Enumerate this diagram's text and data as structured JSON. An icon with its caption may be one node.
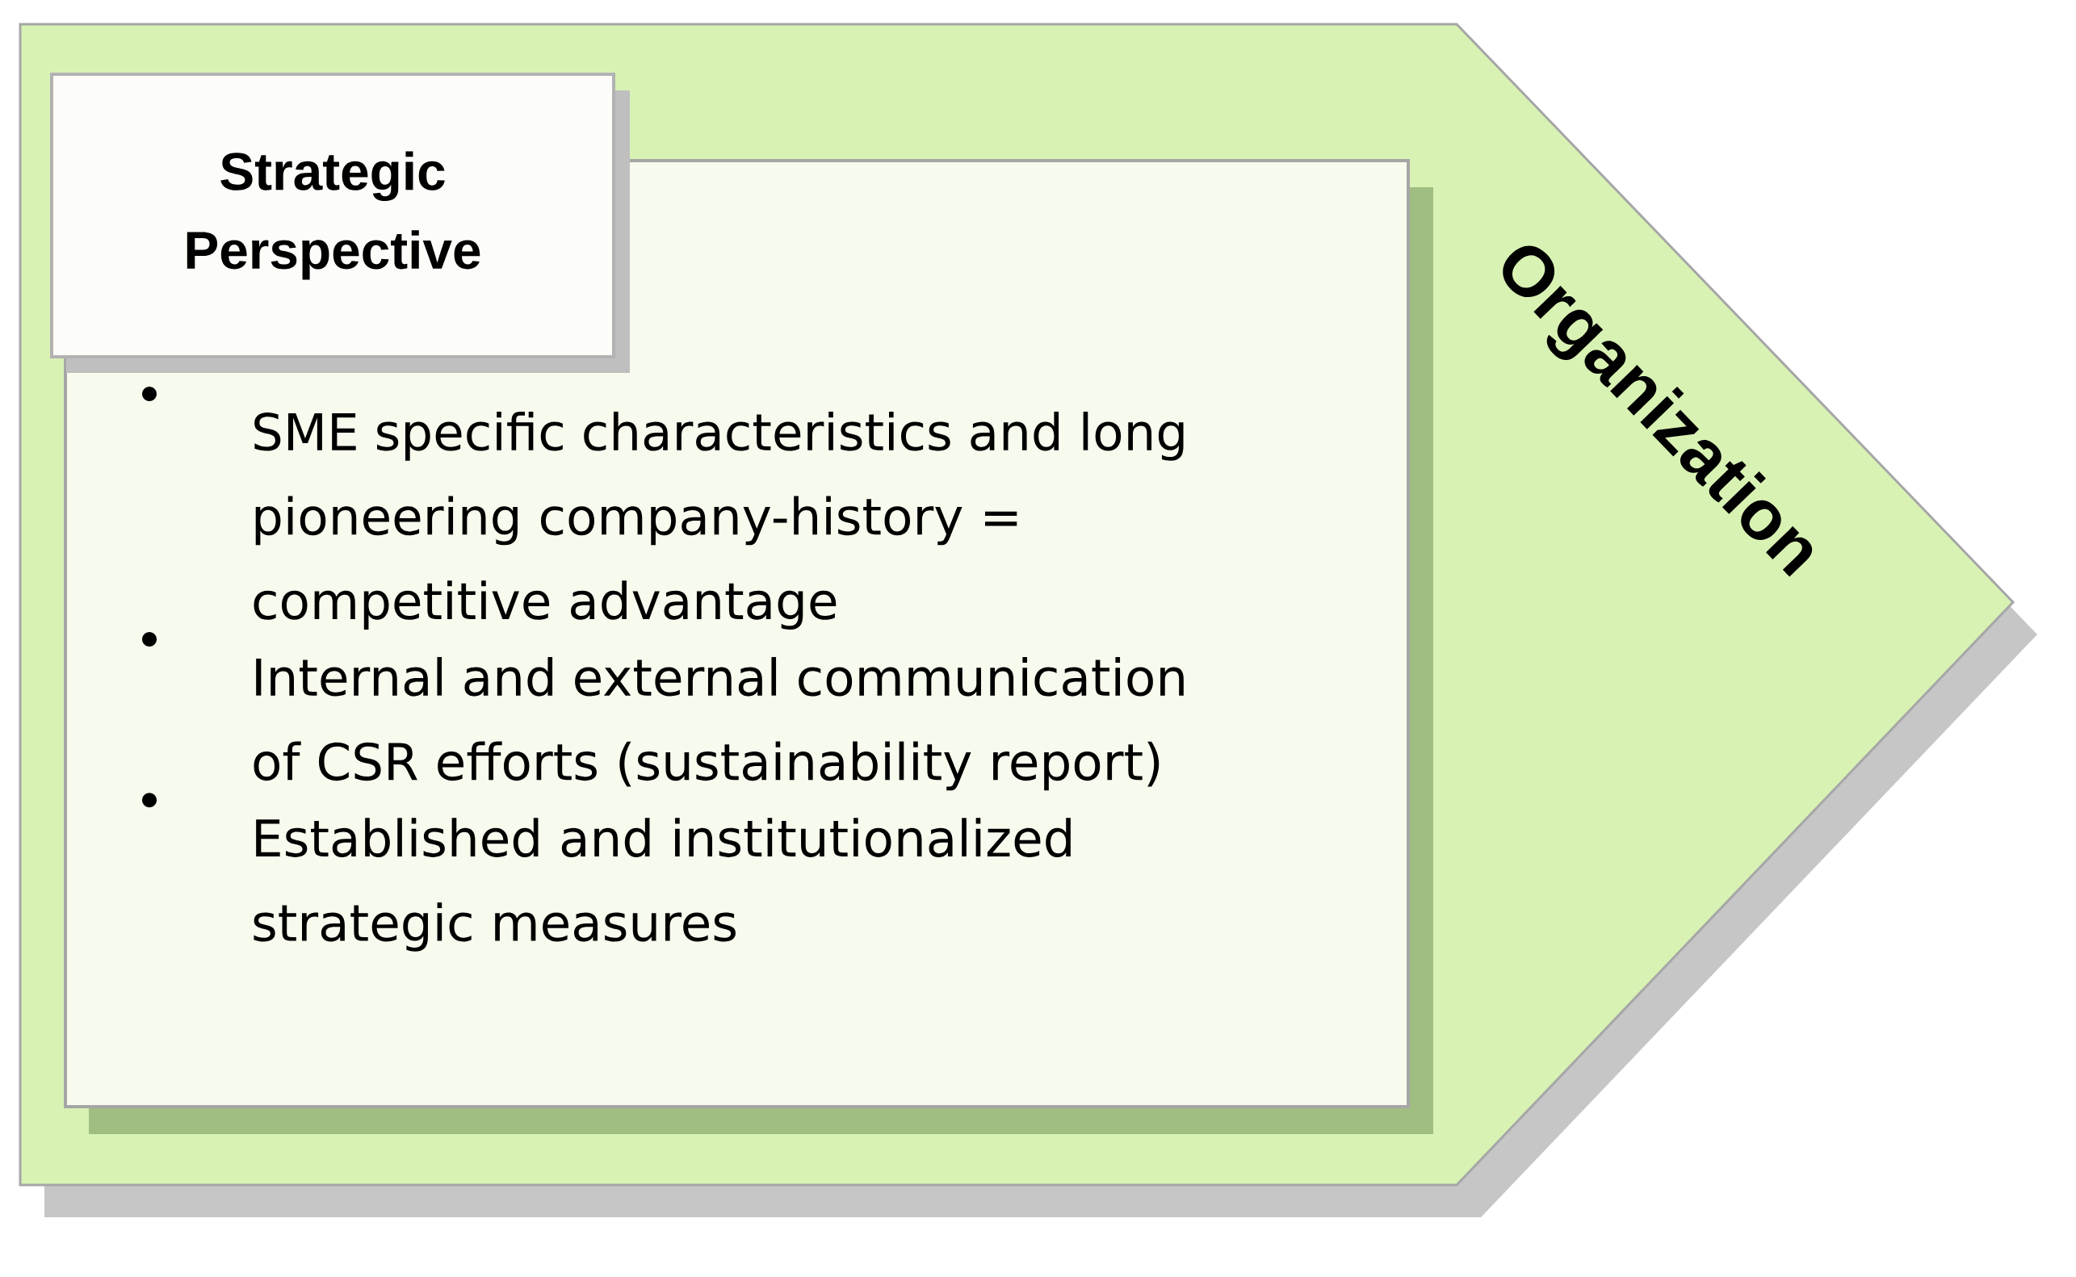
{
  "diagram": {
    "nodes": [
      {
        "text": [
          "Organization"
        ]
      },
      {
        "text": [
          "SME specific characteristics and long pioneering company-history = competitive advantage",
          "Internal and external communication of CSR efforts (sustainability report)",
          "Established and institutionalized strategic measures"
        ],
        "in": 0
      },
      {
        "text": [
          "Strategic Perspective"
        ],
        "in": 0
      }
    ]
  }
}
